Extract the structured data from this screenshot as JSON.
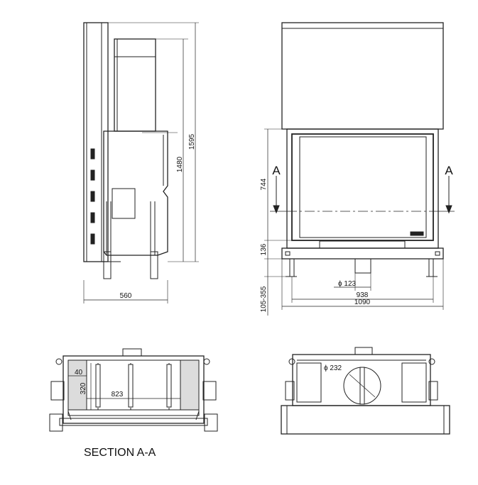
{
  "side_view": {
    "height_upper": "1480",
    "height_total": "1595",
    "depth": "560"
  },
  "front_view": {
    "section_mark": "A",
    "door_height": "744",
    "base_height": "136",
    "leg_range": "105-355",
    "flue_diameter": "ϕ 123",
    "inner_width": "938",
    "outer_width": "1090"
  },
  "plan_section": {
    "wall_offset": "40",
    "depth": "320",
    "width": "823"
  },
  "plan_top": {
    "flue_diameter": "ϕ 232"
  },
  "caption": "SECTION A-A"
}
